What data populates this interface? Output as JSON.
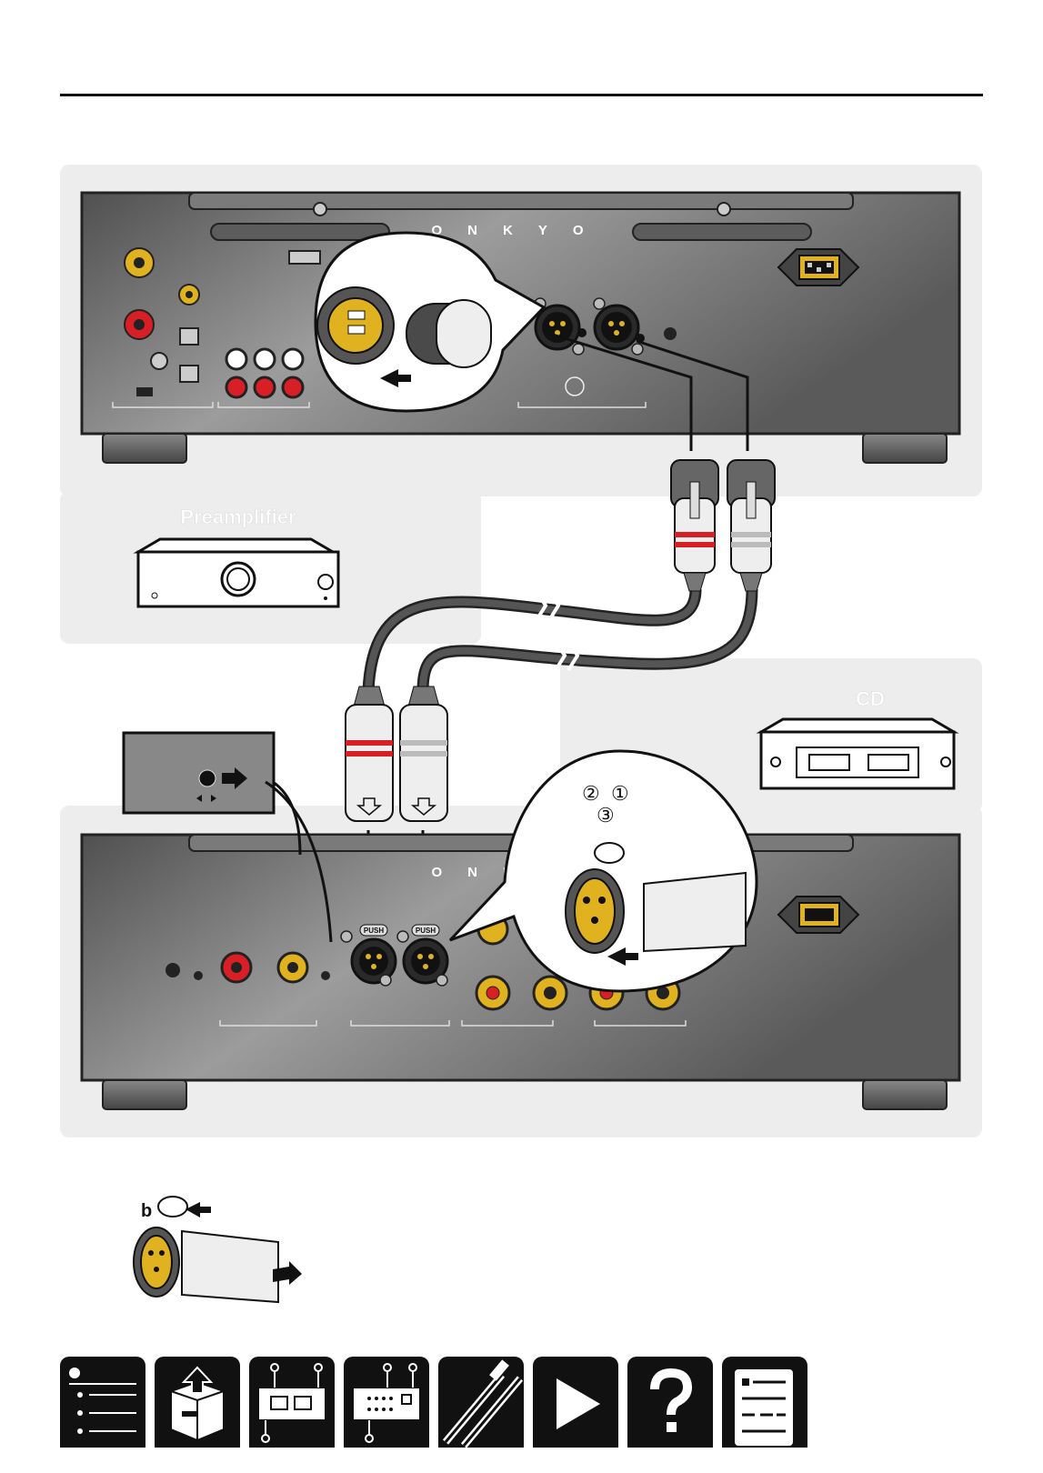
{
  "brand": "ONKYO",
  "labels": {
    "preamplifier": "Preamplifier",
    "cd": "CD",
    "push": "PUSH",
    "release_step": "b",
    "pin_numbers": [
      "②",
      "①",
      "③"
    ]
  },
  "nav_icons": [
    "contents-list-icon",
    "unpacking-box-icon",
    "front-panel-icon",
    "rear-panel-icon",
    "connections-cable-icon",
    "playback-icon",
    "troubleshooting-icon",
    "appendix-document-icon"
  ],
  "colors": {
    "panel_bg": "#ededed",
    "device_dark": "#4b4b4b",
    "device_light": "#9a9a9a",
    "gold": "#e0b21f",
    "red": "#d81f26",
    "cable": "#454545"
  }
}
